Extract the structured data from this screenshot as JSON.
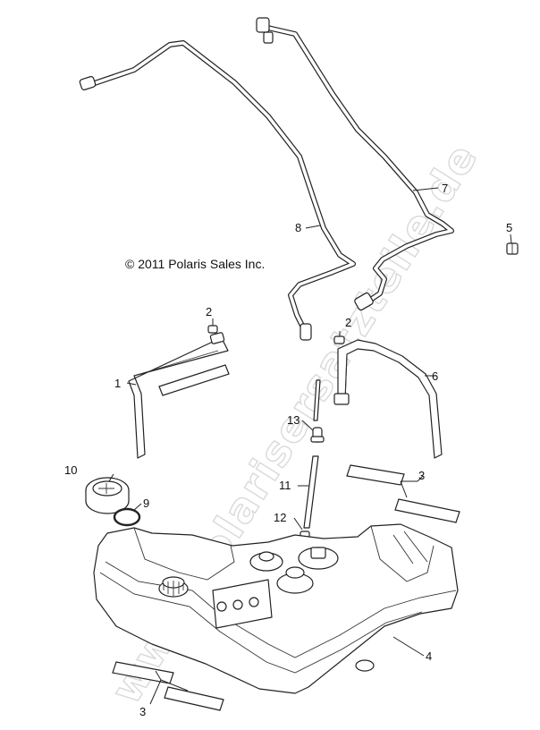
{
  "diagram": {
    "copyright": "© 2011 Polaris Sales Inc.",
    "watermark": "www.polarisersatzteile.de",
    "callouts": [
      {
        "id": "callout-1",
        "label": "1"
      },
      {
        "id": "callout-2a",
        "label": "2"
      },
      {
        "id": "callout-2b",
        "label": "2"
      },
      {
        "id": "callout-3a",
        "label": "3"
      },
      {
        "id": "callout-3b",
        "label": "3"
      },
      {
        "id": "callout-4",
        "label": "4"
      },
      {
        "id": "callout-5",
        "label": "5"
      },
      {
        "id": "callout-6",
        "label": "6"
      },
      {
        "id": "callout-7",
        "label": "7"
      },
      {
        "id": "callout-8",
        "label": "8"
      },
      {
        "id": "callout-9",
        "label": "9"
      },
      {
        "id": "callout-10",
        "label": "10"
      },
      {
        "id": "callout-11",
        "label": "11"
      },
      {
        "id": "callout-12",
        "label": "12"
      },
      {
        "id": "callout-13",
        "label": "13"
      }
    ]
  }
}
